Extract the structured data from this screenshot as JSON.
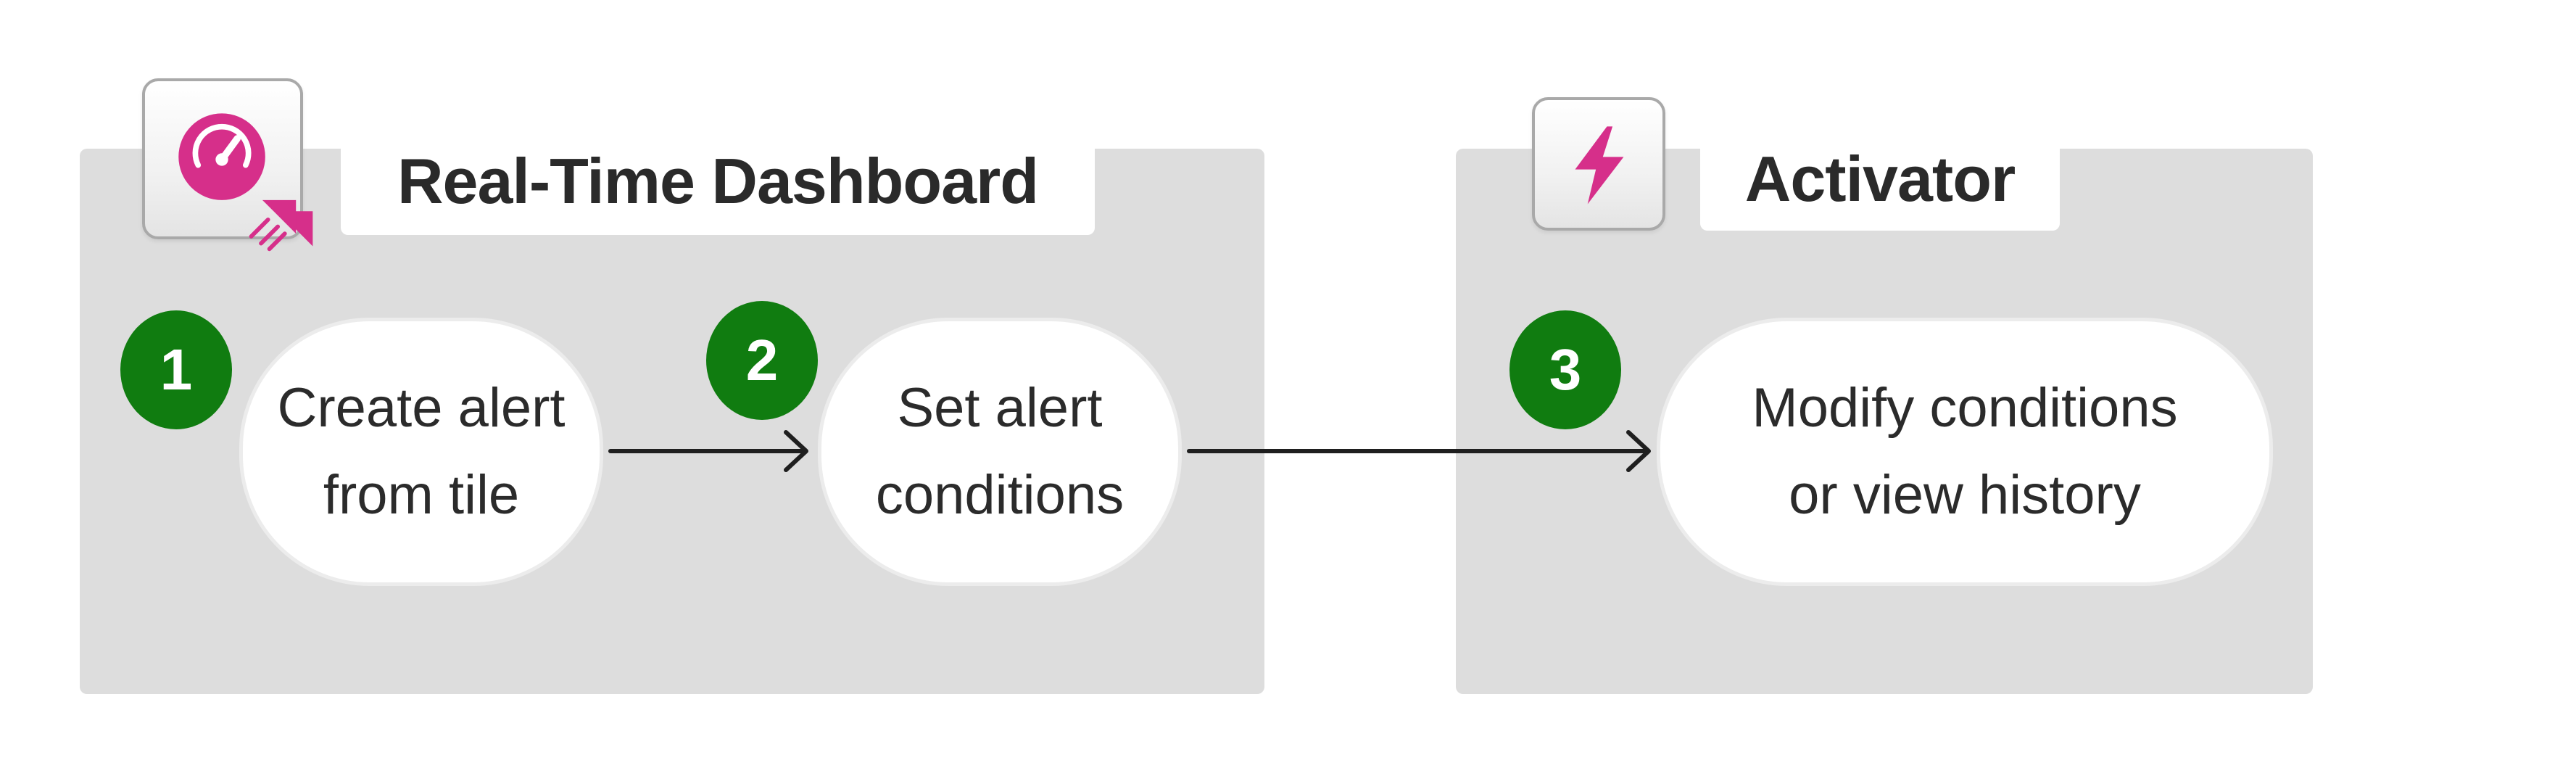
{
  "diagram": {
    "groups": [
      {
        "title": "Real-Time Dashboard",
        "icon": "dashboard-gauge-icon",
        "steps": [
          {
            "number": "1",
            "text": "Create alert\nfrom tile"
          },
          {
            "number": "2",
            "text": "Set alert\nconditions"
          }
        ]
      },
      {
        "title": "Activator",
        "icon": "lightning-bolt-icon",
        "steps": [
          {
            "number": "3",
            "text": "Modify conditions\nor view history"
          }
        ]
      }
    ],
    "colors": {
      "panel": "#dddddd",
      "badge": "#107c10",
      "accent": "#d62f8a",
      "arrow": "#1f1f1f"
    }
  }
}
